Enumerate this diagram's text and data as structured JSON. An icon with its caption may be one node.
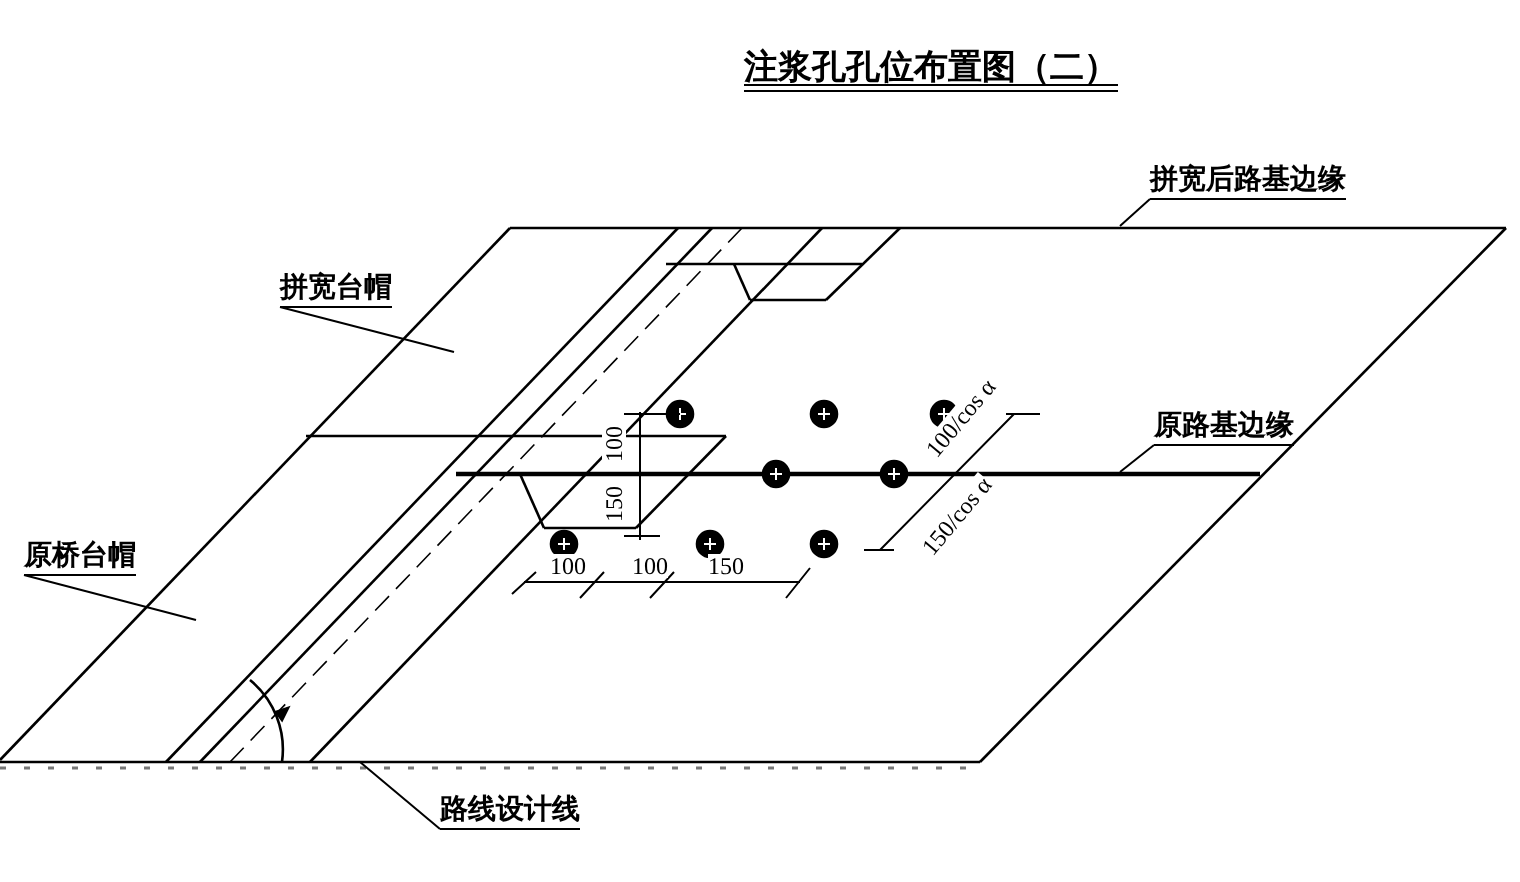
{
  "diagram": {
    "title": "注浆孔孔位布置图（二）",
    "nodes": [
      {
        "text": [
          "拼宽台帽"
        ]
      },
      {
        "text": [
          "原桥台帽"
        ]
      },
      {
        "text": [
          "拼宽后路基边缘"
        ]
      },
      {
        "text": [
          "原路基边缘"
        ]
      },
      {
        "text": [
          "路线设计线"
        ]
      }
    ],
    "edges": [
      {
        "from": 0,
        "to": null,
        "arrow": "none"
      },
      {
        "from": 1,
        "to": null,
        "arrow": "none"
      },
      {
        "from": 2,
        "to": null,
        "arrow": "none"
      },
      {
        "from": 3,
        "to": null,
        "arrow": "none"
      },
      {
        "from": 4,
        "to": null,
        "arrow": "none"
      }
    ],
    "labels": [
      "100",
      "150",
      "100",
      "100",
      "150",
      "100/cos α",
      "150/cos α"
    ]
  }
}
